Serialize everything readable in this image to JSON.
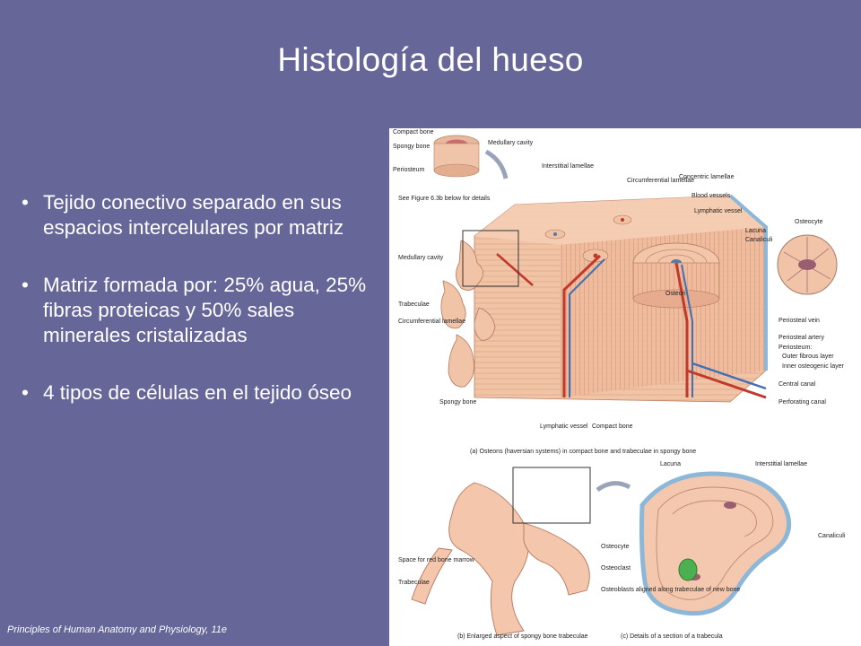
{
  "slide": {
    "title": "Histología del hueso",
    "bullets": [
      "Tejido conectivo separado en sus espacios intercelulares por matriz",
      "Matriz formada por: 25% agua, 25% fibras proteicas y 50% sales minerales cristalizadas",
      "4 tipos de células en el tejido óseo"
    ],
    "footer": "Principles of Human Anatomy and Physiology, 11e"
  },
  "figure": {
    "labels_a": {
      "compact_bone": "Compact bone",
      "spongy_bone_small": "Spongy bone",
      "periosteum": "Periosteum",
      "medullary_cavity_small": "Medullary cavity",
      "see_figure": "See Figure 6.3b below for details",
      "medullary_cavity": "Medullary cavity",
      "trabeculae": "Trabeculae",
      "circumferential_lamellae_left": "Circumferential lamellae",
      "spongy_bone": "Spongy bone",
      "interstitial_lamellae": "Interstitial lamellae",
      "circumferential_lamellae_top": "Circumferential lamellae",
      "concentric_lamellae": "Concentric lamellae",
      "blood_vessels": "Blood vessels",
      "lymphatic_vessel_top": "Lymphatic vessel",
      "lacuna": "Lacuna",
      "canaliculi": "Canaliculi",
      "osteocyte": "Osteocyte",
      "osteon": "Osteon",
      "periosteal_vein": "Periosteal vein",
      "periosteal_artery": "Periosteal artery",
      "periosteum_header": "Periosteum:",
      "outer_fibrous": "Outer fibrous layer",
      "inner_osteogenic": "Inner osteogenic layer",
      "central_canal": "Central canal",
      "perforating_canal": "Perforating canal",
      "lymphatic_vessel_bottom": "Lymphatic vessel",
      "compact_bone_bottom": "Compact bone"
    },
    "caption_a": "(a) Osteons (haversian systems) in compact bone and trabeculae in spongy bone",
    "labels_bc": {
      "lacuna": "Lacuna",
      "interstitial_lamellae": "Interstitial lamellae",
      "canaliculi": "Canaliculi",
      "osteocyte": "Osteocyte",
      "osteoclast": "Osteoclast",
      "osteoblasts": "Osteoblasts aligned along trabeculae of new bone",
      "space_red_marrow": "Space for red bone marrow",
      "trabeculae": "Trabeculae"
    },
    "caption_b": "(b) Enlarged aspect of spongy bone trabeculae",
    "caption_c": "(c) Details of a section of a trabecula"
  }
}
